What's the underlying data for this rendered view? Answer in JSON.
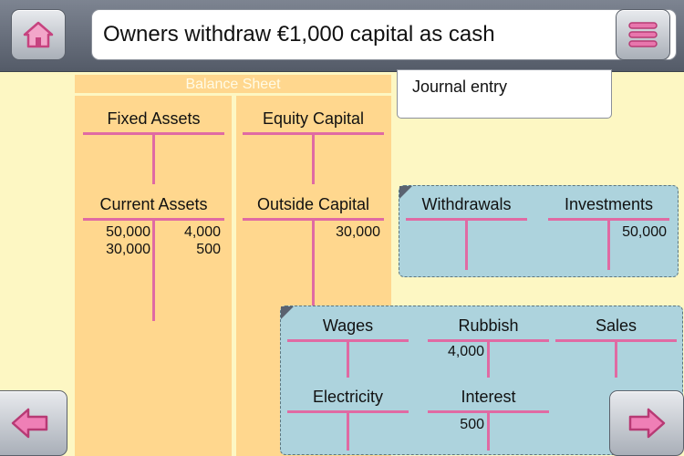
{
  "header": {
    "title": "Owners withdraw €1,000 capital as cash",
    "home_icon": "home-icon",
    "menu_icon": "menu-icon"
  },
  "balance_sheet": {
    "title": "Balance Sheet",
    "accounts": [
      {
        "name": "Fixed Assets",
        "debit": [],
        "credit": []
      },
      {
        "name": "Equity Capital",
        "debit": [],
        "credit": []
      },
      {
        "name": "Current Assets",
        "debit": [
          "50,000",
          "30,000"
        ],
        "credit": [
          "4,000",
          "500"
        ]
      },
      {
        "name": "Outside Capital",
        "debit": [],
        "credit": [
          "30,000"
        ]
      }
    ]
  },
  "journal": {
    "label": "Journal entry"
  },
  "equity_accounts": [
    {
      "name": "Withdrawals",
      "debit": [],
      "credit": []
    },
    {
      "name": "Investments",
      "debit": [],
      "credit": [
        "50,000"
      ]
    }
  ],
  "income_accounts": [
    {
      "name": "Wages",
      "debit": [],
      "credit": []
    },
    {
      "name": "Rubbish",
      "debit": [
        "4,000"
      ],
      "credit": []
    },
    {
      "name": "Sales",
      "debit": [],
      "credit": []
    },
    {
      "name": "Electricity",
      "debit": [],
      "credit": []
    },
    {
      "name": "Interest",
      "debit": [
        "500"
      ],
      "credit": []
    }
  ],
  "nav": {
    "prev_icon": "arrow-left-icon",
    "next_icon": "arrow-right-icon"
  },
  "colors": {
    "accent": "#e06aa3",
    "balance_sheet": "#ffd78e",
    "panel": "#add3dd",
    "background": "#fdf7c3"
  }
}
